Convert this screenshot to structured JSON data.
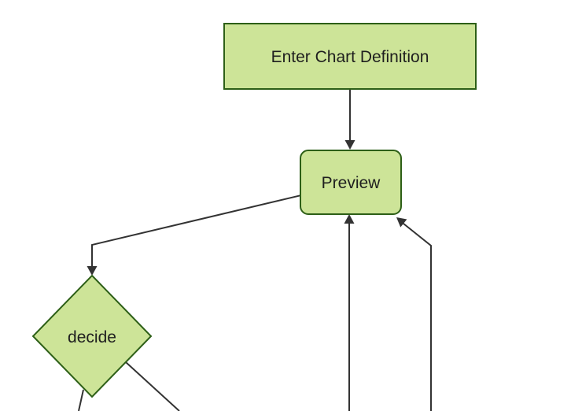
{
  "diagram": {
    "type": "flowchart",
    "direction": "top-down",
    "nodes": [
      {
        "id": "A",
        "label": "Enter Chart Definition",
        "shape": "rectangle"
      },
      {
        "id": "B",
        "label": "Preview",
        "shape": "rounded-rectangle"
      },
      {
        "id": "C",
        "label": "decide",
        "shape": "diamond"
      }
    ],
    "edges": [
      {
        "from": "Enter Chart Definition",
        "to": "Preview",
        "arrow": true
      },
      {
        "from": "Preview",
        "to": "decide",
        "arrow": true
      },
      {
        "from": "offscreen-bottom",
        "to": "Preview",
        "arrow": true
      },
      {
        "from": "offscreen-bottom-right",
        "to": "Preview",
        "arrow": true
      },
      {
        "from": "decide",
        "to": "offscreen-bottom-left",
        "arrow": false
      },
      {
        "from": "decide",
        "to": "offscreen-bottom-right",
        "arrow": false
      }
    ]
  },
  "colors": {
    "node_fill": "#cde498",
    "node_stroke": "#2d5f17",
    "edge_color": "#333333",
    "text_color": "#1f1f1f",
    "background": "#ffffff"
  }
}
